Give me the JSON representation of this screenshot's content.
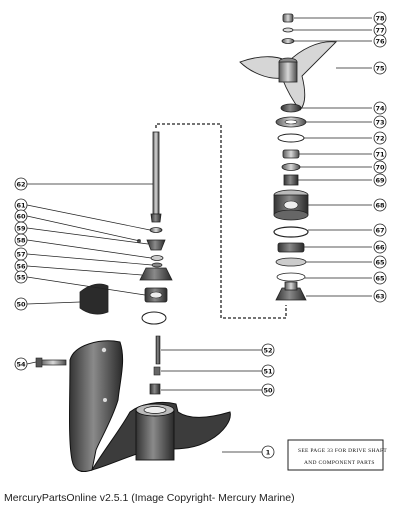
{
  "caption": "MercuryPartsOnline v2.5.1 (Image Copyright- Mercury Marine)",
  "note": {
    "line1": "SEE PAGE 33 FOR DRIVE SHAFT",
    "line2": "AND COMPONENT PARTS"
  },
  "callouts": [
    "1",
    "50",
    "51",
    "52",
    "54",
    "55",
    "56",
    "57",
    "58",
    "59",
    "60",
    "61",
    "62",
    "63",
    "65",
    "66",
    "67",
    "68",
    "69",
    "70",
    "71",
    "72",
    "73",
    "74",
    "75",
    "76",
    "77",
    "78"
  ]
}
